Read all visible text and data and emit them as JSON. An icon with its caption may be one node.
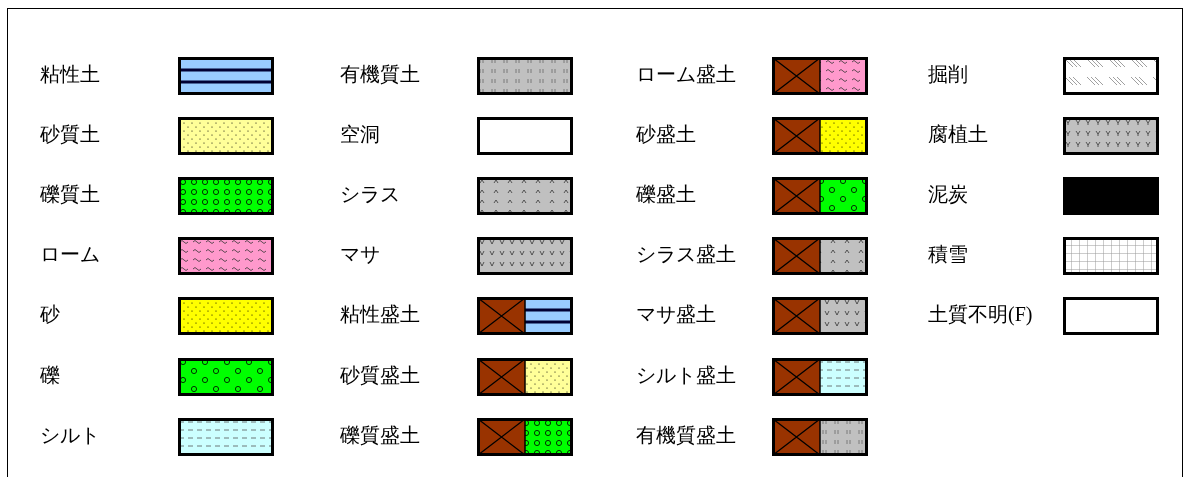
{
  "diagram": {
    "legend": [
      {
        "text": "粘性土",
        "color": "#99ccff"
      },
      {
        "text": "砂質土",
        "color": "#ffff99"
      },
      {
        "text": "礫質土",
        "color": "#00ff00"
      },
      {
        "text": "ローム",
        "color": "#ff99cc"
      },
      {
        "text": "砂",
        "color": "#ffff00"
      },
      {
        "text": "礫",
        "color": "#00ff00"
      },
      {
        "text": "シルト",
        "color": "#ccffff"
      },
      {
        "text": "有機質土",
        "color": "#c0c0c0"
      },
      {
        "text": "空洞"
      },
      {
        "text": "シラス",
        "color": "#c0c0c0"
      },
      {
        "text": "マサ",
        "color": "#c0c0c0"
      },
      {
        "text": "粘性盛土",
        "color": "#99ccff"
      },
      {
        "text": "砂質盛土",
        "color": "#ffff99"
      },
      {
        "text": "礫質盛土",
        "color": "#00ff00"
      },
      {
        "text": "ローム盛土",
        "color": "#ff99cc"
      },
      {
        "text": "砂盛土",
        "color": "#ffff00"
      },
      {
        "text": "礫盛土",
        "color": "#00ff00"
      },
      {
        "text": "シラス盛土",
        "color": "#c0c0c0"
      },
      {
        "text": "マサ盛土",
        "color": "#c0c0c0"
      },
      {
        "text": "シルト盛土",
        "color": "#ccffff"
      },
      {
        "text": "有機質盛土",
        "color": "#c0c0c0"
      },
      {
        "text": "掘削"
      },
      {
        "text": "腐植土",
        "color": "#c0c0c0"
      },
      {
        "text": "泥炭",
        "color": "#000000"
      },
      {
        "text": "積雪"
      },
      {
        "text": "土質不明(F)"
      }
    ]
  }
}
